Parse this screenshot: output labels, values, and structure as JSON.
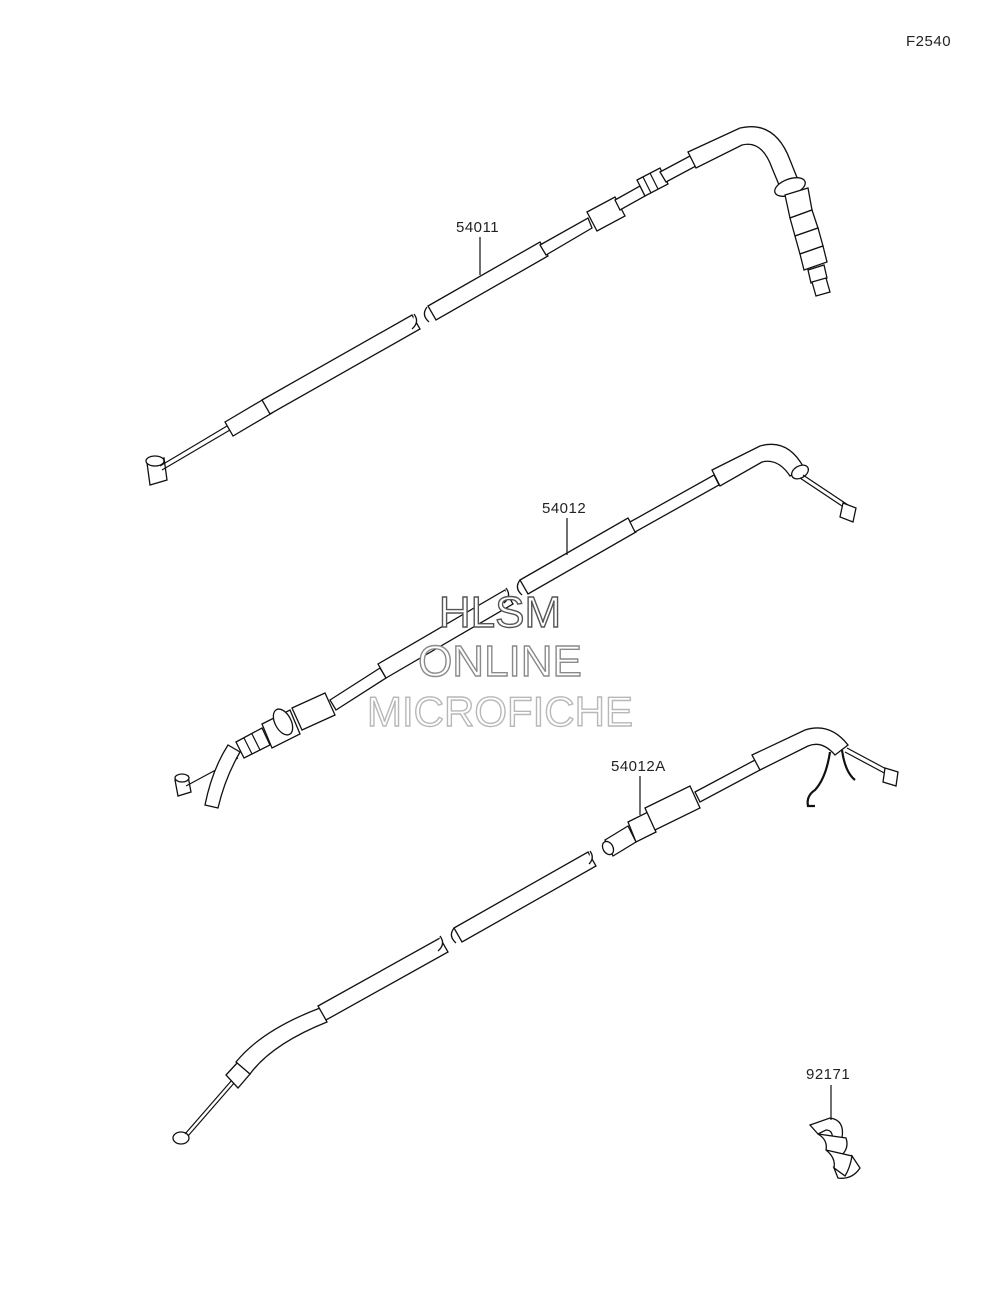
{
  "figure_code": "F2540",
  "parts": [
    {
      "number": "54011"
    },
    {
      "number": "54012"
    },
    {
      "number": "54012A"
    },
    {
      "number": "92171"
    }
  ],
  "watermark": {
    "line1": "HLSM",
    "line2": "ONLINE",
    "line3": "MICROFICHE"
  }
}
